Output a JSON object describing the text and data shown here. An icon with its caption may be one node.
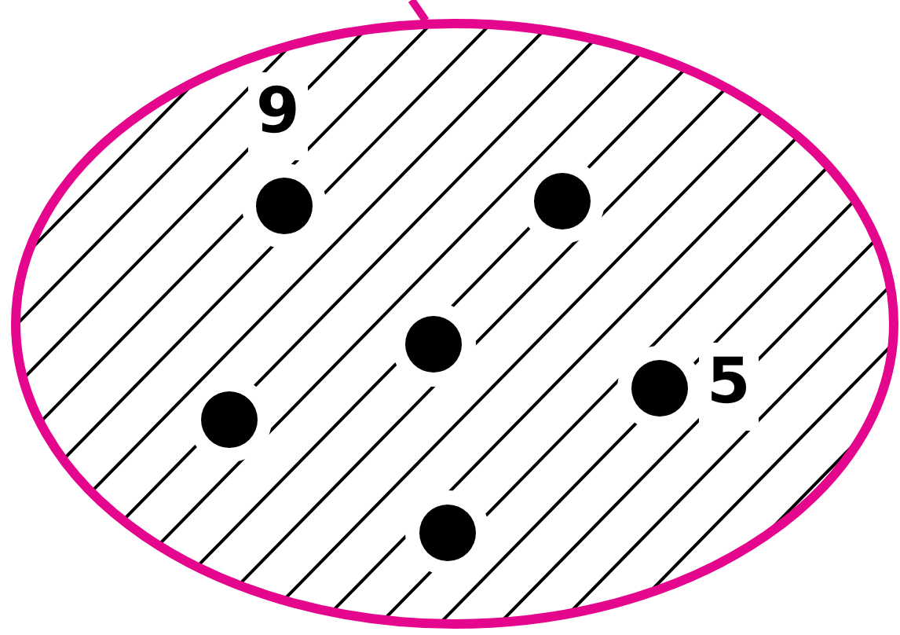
{
  "diagram": {
    "nodes": [
      {
        "text": [],
        "shape": "ellipse"
      },
      {
        "text": [],
        "shape": "circle",
        "in": 0
      },
      {
        "text": [],
        "shape": "circle",
        "in": 0,
        "beside": [
          "9"
        ]
      },
      {
        "text": [],
        "shape": "circle",
        "in": 0
      },
      {
        "text": [],
        "shape": "circle",
        "in": 0
      },
      {
        "text": [],
        "shape": "circle",
        "in": 0
      },
      {
        "text": [],
        "shape": "circle",
        "in": 0,
        "beside": [
          "5"
        ]
      }
    ]
  }
}
